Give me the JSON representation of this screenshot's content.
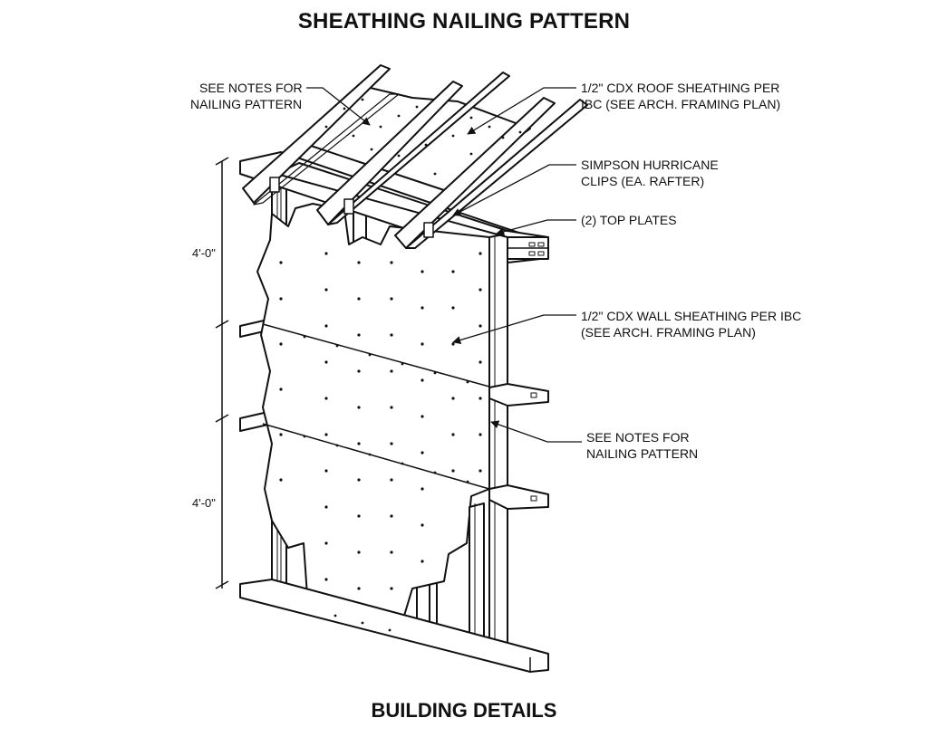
{
  "title": "SHEATHING NAILING PATTERN",
  "subtitle": "BUILDING DETAILS",
  "callouts": {
    "roof_nailing": [
      "SEE NOTES FOR",
      "NAILING PATTERN"
    ],
    "roof_sheathing": [
      "1/2\" CDX ROOF SHEATHING PER",
      "IBC (SEE ARCH. FRAMING PLAN)"
    ],
    "hurricane_clips": [
      "SIMPSON HURRICANE",
      "CLIPS (EA. RAFTER)"
    ],
    "top_plates": [
      "(2) TOP PLATES"
    ],
    "wall_sheathing": [
      "1/2\" CDX WALL SHEATHING PER IBC",
      "(SEE ARCH. FRAMING PLAN)"
    ],
    "wall_nailing": [
      "SEE NOTES FOR",
      "NAILING PATTERN"
    ]
  },
  "dimensions": {
    "upper": "4'-0\"",
    "lower": "4'-0\""
  }
}
